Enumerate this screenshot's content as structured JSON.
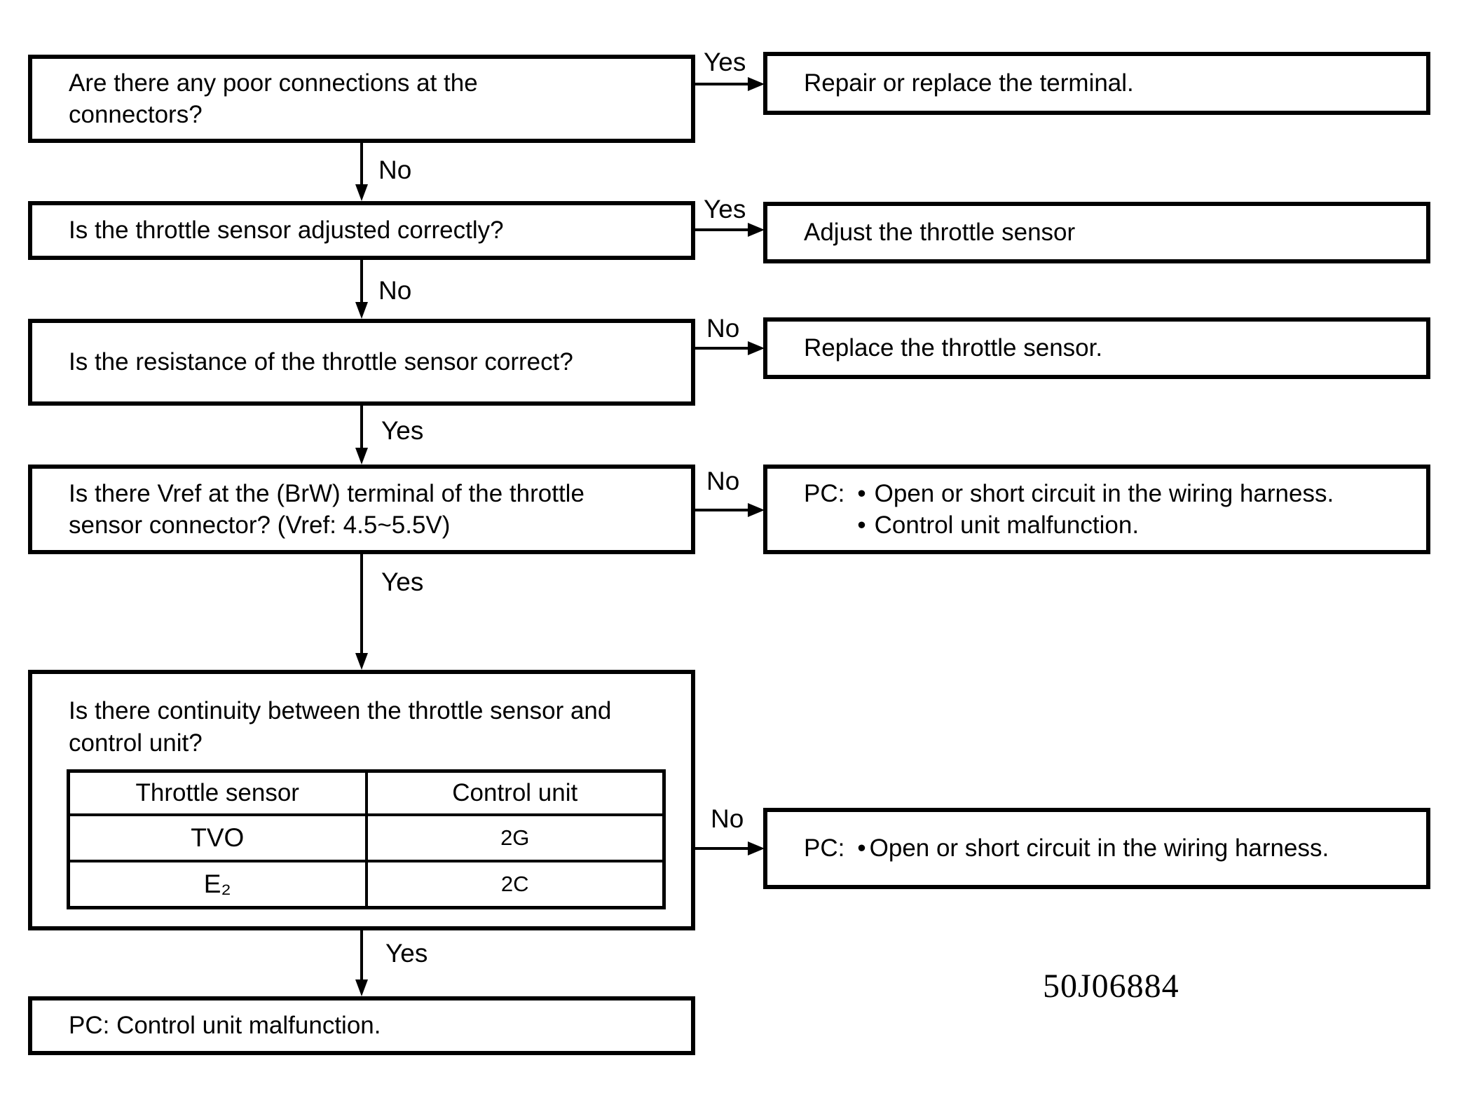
{
  "figure_number": "50J06884",
  "symbols": {
    "bullet": "•"
  },
  "edges": {
    "q1_right": "Yes",
    "q1_down": "No",
    "q2_right": "Yes",
    "q2_down": "No",
    "q3_right": "No",
    "q3_down": "Yes",
    "q4_right": "No",
    "q4_down": "Yes",
    "q5_right": "No",
    "q5_down": "Yes"
  },
  "boxes": {
    "q1": {
      "lines": [
        "Are there any poor connections at the",
        "connectors?"
      ]
    },
    "r1": {
      "text": "Repair or replace the terminal."
    },
    "q2": {
      "text": "Is the throttle sensor adjusted correctly?"
    },
    "r2": {
      "text": "Adjust the throttle sensor"
    },
    "q3": {
      "text": "Is the resistance of the throttle sensor correct?"
    },
    "r3": {
      "text": "Replace the throttle sensor."
    },
    "q4": {
      "lines": [
        "Is there Vref at the (BrW) terminal of the throttle",
        "sensor connector? (Vref: 4.5~5.5V)"
      ]
    },
    "r4": {
      "prefix": "PC:",
      "bullets": [
        "Open or short circuit in the wiring harness.",
        "Control unit malfunction."
      ]
    },
    "q5": {
      "lines": [
        "Is there continuity between the throttle sensor and",
        "control unit?"
      ],
      "table": {
        "headers": [
          "Throttle sensor",
          "Control unit"
        ],
        "rows": [
          [
            "TVO",
            "2G"
          ],
          [
            "E₂",
            "2C"
          ]
        ]
      }
    },
    "r5": {
      "prefix": "PC:",
      "bullets": [
        "Open or short circuit in the wiring harness."
      ]
    },
    "end": {
      "text": "PC: Control unit malfunction."
    }
  }
}
